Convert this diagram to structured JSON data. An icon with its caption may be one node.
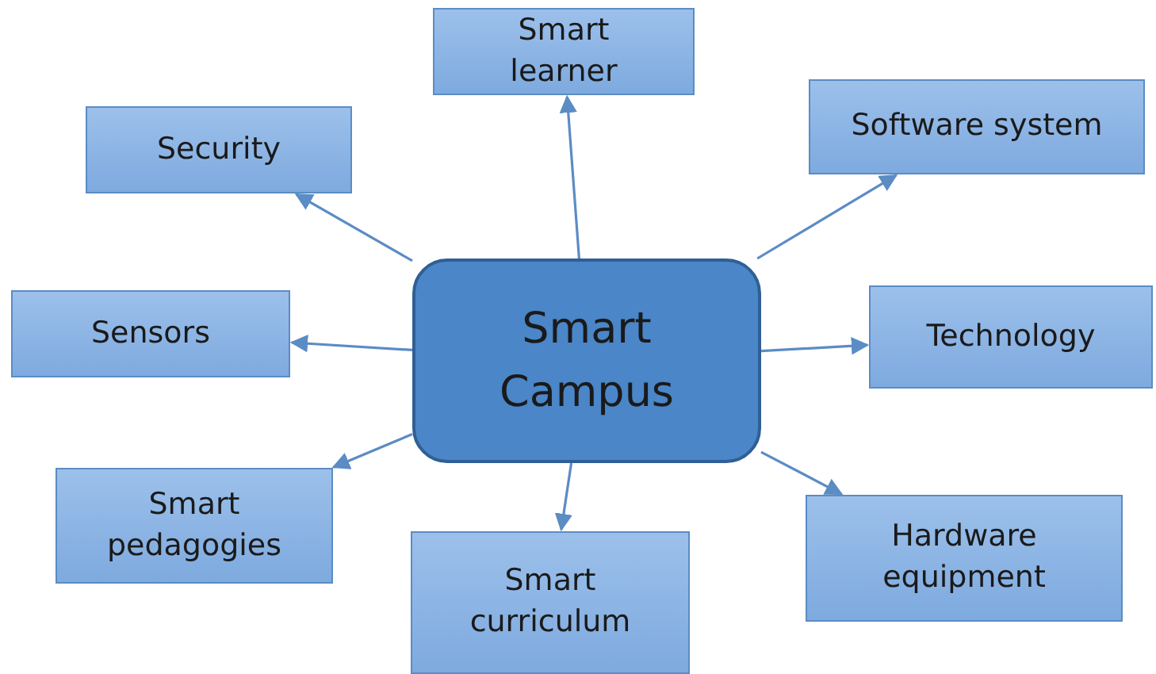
{
  "diagram": {
    "nodes": [
      {
        "text": [
          "Smart learner"
        ]
      },
      {
        "text": [
          "Security"
        ]
      },
      {
        "text": [
          "Software system"
        ]
      },
      {
        "text": [
          "Smart Campus"
        ]
      },
      {
        "text": [
          "Sensors"
        ]
      },
      {
        "text": [
          "Technology"
        ]
      },
      {
        "text": [
          "Smart pedagogies"
        ]
      },
      {
        "text": [
          "Smart curriculum"
        ]
      },
      {
        "text": [
          "Hardware equipment"
        ]
      }
    ],
    "edges": [
      {
        "from": 3,
        "to": 0,
        "arrow": "to"
      },
      {
        "from": 3,
        "to": 1,
        "arrow": "to"
      },
      {
        "from": 3,
        "to": 2,
        "arrow": "to"
      },
      {
        "from": 3,
        "to": 4,
        "arrow": "to"
      },
      {
        "from": 3,
        "to": 5,
        "arrow": "to"
      },
      {
        "from": 3,
        "to": 6,
        "arrow": "to"
      },
      {
        "from": 3,
        "to": 7,
        "arrow": "to"
      },
      {
        "from": 3,
        "to": 8,
        "arrow": "to"
      }
    ]
  }
}
